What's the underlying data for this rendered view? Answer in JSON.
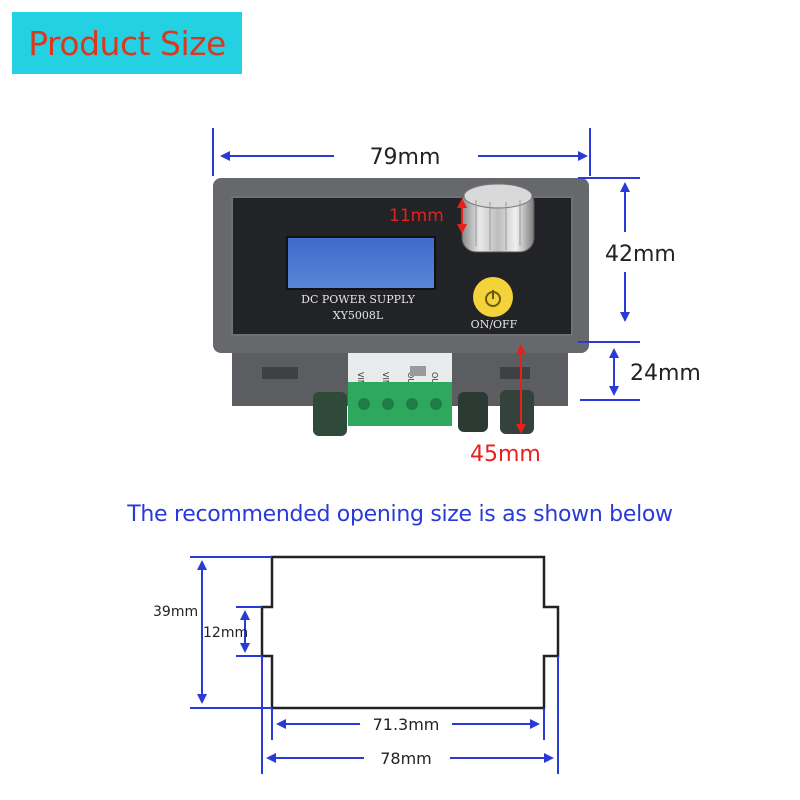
{
  "badge": {
    "text": "Product Size",
    "bg": "#24d1e3",
    "color": "#d93a1f"
  },
  "device": {
    "display_line1": "DC POWER SUPPLY",
    "display_line2": "XY5008L",
    "button_label": "ON/OFF",
    "terminal_labels": [
      "VIN",
      "VIN",
      "OUT",
      "OUT"
    ]
  },
  "dimensions": {
    "width": "79mm",
    "height": "42mm",
    "depth": "24mm",
    "knob": "11mm",
    "overall": "45mm"
  },
  "caption": "The recommended opening size is as shown below",
  "opening": {
    "height": "39mm",
    "notch": "12mm",
    "inner_width": "71.3mm",
    "outer_width": "78mm"
  },
  "colors": {
    "dimension_blue": "#2a3ad6",
    "dimension_red": "#e8201c",
    "outline": "#222222"
  }
}
